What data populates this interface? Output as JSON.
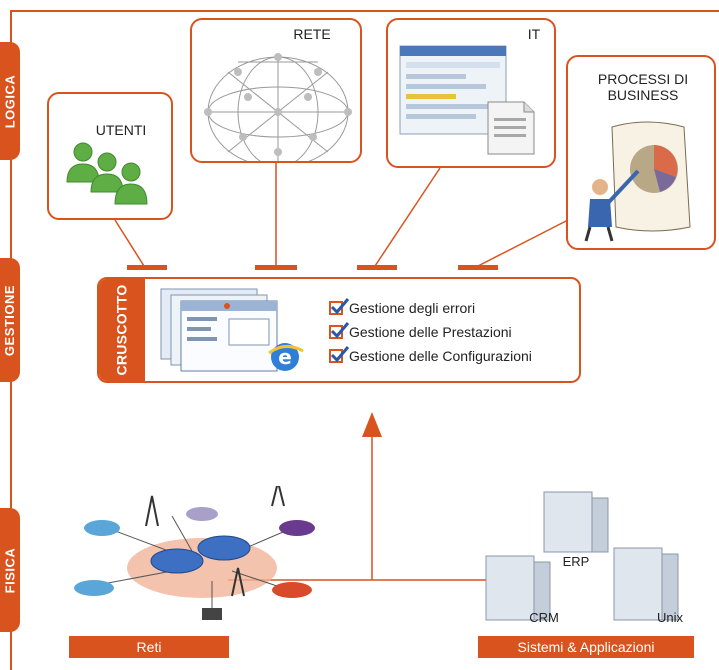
{
  "side_labels": {
    "logica": "LOGICA",
    "gestione": "GESTIONE",
    "fisica": "FISICA"
  },
  "cards": {
    "utenti": {
      "label": "UTENTI"
    },
    "rete": {
      "label": "RETE"
    },
    "it": {
      "label": "IT"
    },
    "processi": {
      "label_line1": "PROCESSI DI",
      "label_line2": "BUSINESS"
    }
  },
  "dashboard": {
    "title": "CRUSCOTTO",
    "items": [
      {
        "label": "Gestione degli errori"
      },
      {
        "label": "Gestione delle Prestazioni"
      },
      {
        "label": "Gestione delle Configurazioni"
      }
    ]
  },
  "servers": {
    "erp": "ERP",
    "crm": "CRM",
    "unix": "Unix"
  },
  "bottom_bars": {
    "reti": "Reti",
    "sistemi": "Sistemi & Applicazioni"
  },
  "colors": {
    "accent": "#d9531e",
    "user_green": "#5fae45",
    "network_blue": "#3d6fc2"
  }
}
